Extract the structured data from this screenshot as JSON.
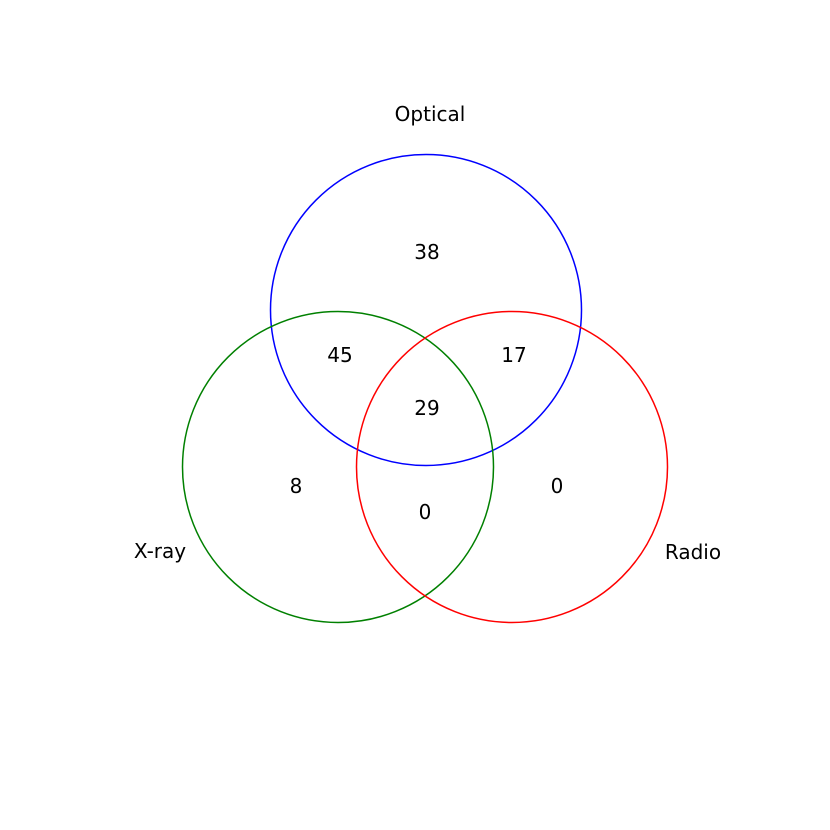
{
  "chart_data": {
    "type": "venn",
    "title": "",
    "sets": [
      {
        "name": "Optical",
        "color": "#0000ff",
        "position": "top"
      },
      {
        "name": "X-ray",
        "color": "#008000",
        "position": "bottom-left"
      },
      {
        "name": "Radio",
        "color": "#ff0000",
        "position": "bottom-right"
      }
    ],
    "regions": {
      "optical_only": 38,
      "optical_xray": 45,
      "optical_radio": 17,
      "optical_xray_radio": 29,
      "xray_only": 8,
      "xray_radio": 0,
      "radio_only": 0
    },
    "background": "#ffffff",
    "text_color": "#000000"
  }
}
